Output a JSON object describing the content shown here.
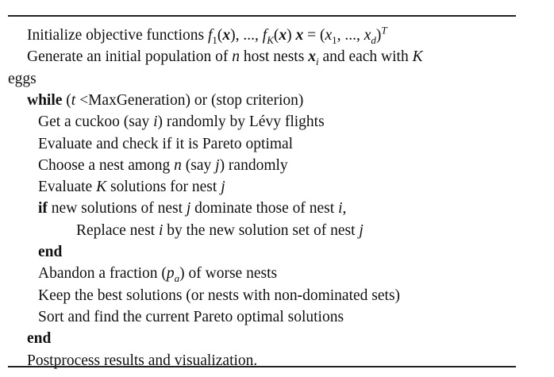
{
  "algorithm": {
    "lines": [
      {
        "indent": 1,
        "segs": [
          [
            "Initialize objective functions ",
            "r"
          ],
          [
            "f",
            "i"
          ],
          [
            "1",
            "sub"
          ],
          [
            "(",
            "r"
          ],
          [
            "x",
            "bi"
          ],
          [
            "), ..., ",
            "r"
          ],
          [
            "f",
            "i"
          ],
          [
            "K",
            "subi"
          ],
          [
            "(",
            "r"
          ],
          [
            "x",
            "bi"
          ],
          [
            ") ",
            "r"
          ],
          [
            "x",
            "bi"
          ],
          [
            " = (",
            "r"
          ],
          [
            "x",
            "i"
          ],
          [
            "1",
            "sub"
          ],
          [
            ", ..., ",
            "r"
          ],
          [
            "x",
            "i"
          ],
          [
            "d",
            "subi"
          ],
          [
            ")",
            "r"
          ],
          [
            "T",
            "supi"
          ]
        ]
      },
      {
        "indent": 1,
        "segs": [
          [
            "Generate an initial population of ",
            "r"
          ],
          [
            "n",
            "i"
          ],
          [
            " host nests ",
            "r"
          ],
          [
            "x",
            "bi"
          ],
          [
            "i",
            "subi"
          ],
          [
            " and each with ",
            "r"
          ],
          [
            "K",
            "i"
          ]
        ]
      },
      {
        "indent": 0,
        "segs": [
          [
            "eggs",
            "r"
          ]
        ]
      },
      {
        "indent": 1,
        "segs": [
          [
            "while",
            "b"
          ],
          [
            " (",
            "r"
          ],
          [
            "t",
            "i"
          ],
          [
            " <MaxGeneration) or (stop criterion)",
            "r"
          ]
        ]
      },
      {
        "indent": 2,
        "segs": [
          [
            "Get a cuckoo (say ",
            "r"
          ],
          [
            "i",
            "i"
          ],
          [
            ") randomly by Lévy flights",
            "r"
          ]
        ]
      },
      {
        "indent": 2,
        "segs": [
          [
            "Evaluate and check if it is Pareto optimal",
            "r"
          ]
        ]
      },
      {
        "indent": 2,
        "segs": [
          [
            "Choose a nest among ",
            "r"
          ],
          [
            "n",
            "i"
          ],
          [
            " (say ",
            "r"
          ],
          [
            "j",
            "i"
          ],
          [
            ") randomly",
            "r"
          ]
        ]
      },
      {
        "indent": 2,
        "segs": [
          [
            "Evaluate ",
            "r"
          ],
          [
            "K",
            "i"
          ],
          [
            " solutions for nest ",
            "r"
          ],
          [
            "j",
            "i"
          ]
        ]
      },
      {
        "indent": 2,
        "segs": [
          [
            "if",
            "b"
          ],
          [
            "  new solutions of nest ",
            "r"
          ],
          [
            "j",
            "i"
          ],
          [
            " dominate those of nest ",
            "r"
          ],
          [
            "i",
            "i"
          ],
          [
            ",",
            "r"
          ]
        ]
      },
      {
        "indent": 3,
        "segs": [
          [
            "Replace nest ",
            "r"
          ],
          [
            "i",
            "i"
          ],
          [
            " by the new solution set of nest ",
            "r"
          ],
          [
            "j",
            "i"
          ]
        ]
      },
      {
        "indent": 2,
        "segs": [
          [
            "end",
            "b"
          ]
        ]
      },
      {
        "indent": 2,
        "segs": [
          [
            "Abandon a fraction (",
            "r"
          ],
          [
            "p",
            "i"
          ],
          [
            "a",
            "subi"
          ],
          [
            ") of worse nests",
            "r"
          ]
        ]
      },
      {
        "indent": 2,
        "segs": [
          [
            "Keep the best solutions (or nests with non",
            "r"
          ],
          [
            "-",
            "b"
          ],
          [
            "dominated sets)",
            "r"
          ]
        ]
      },
      {
        "indent": 2,
        "segs": [
          [
            "Sort and find the current Pareto optimal solutions",
            "r"
          ]
        ]
      },
      {
        "indent": 1,
        "segs": [
          [
            "end",
            "b"
          ]
        ]
      },
      {
        "indent": 1,
        "segs": [
          [
            "Postprocess results and visualization.",
            "r"
          ]
        ]
      }
    ]
  }
}
